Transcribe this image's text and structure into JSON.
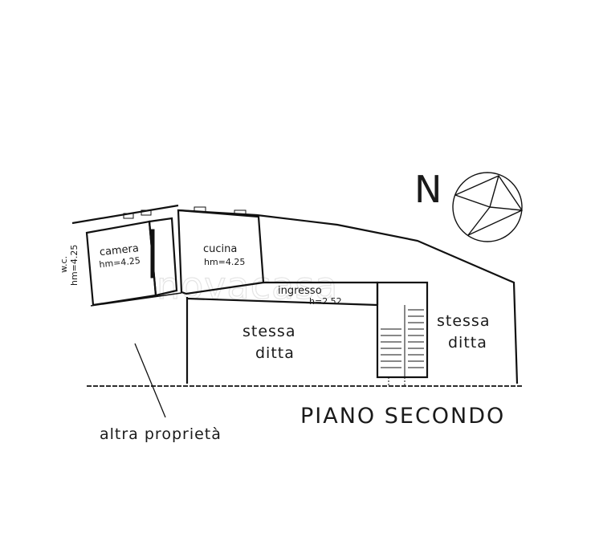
{
  "plan": {
    "title": "PIANO SECONDO",
    "north_letter": "N",
    "watermark": "novacasa",
    "rooms": {
      "camera": {
        "name": "camera",
        "height": "hm=4.25"
      },
      "wc": {
        "name": "w.c.",
        "height": "hm=4.25"
      },
      "cucina": {
        "name": "cucina",
        "height": "hm=4.25"
      },
      "ingresso": {
        "name": "ingresso",
        "height": "h=2.52"
      },
      "stessa_ditta_left": {
        "line1": "stessa",
        "line2": "ditta"
      },
      "stessa_ditta_right": {
        "line1": "stessa",
        "line2": "ditta"
      }
    },
    "altra_proprieta": "altra proprietà"
  }
}
